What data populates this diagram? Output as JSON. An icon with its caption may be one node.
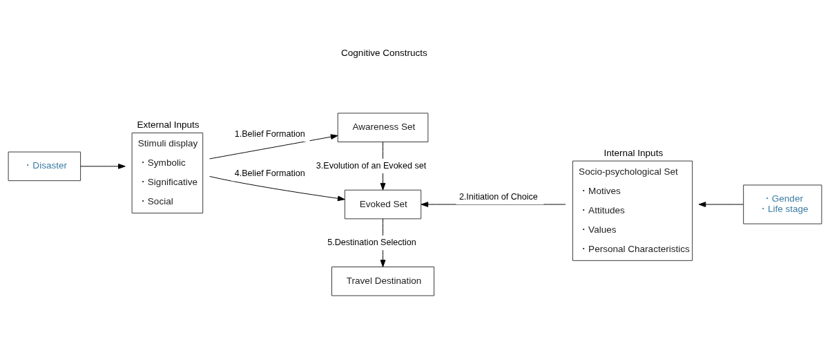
{
  "diagram": {
    "nodes": [
      {
        "text": [
          "・Disaster"
        ]
      },
      {
        "text": [
          "External Inputs",
          "Stimuli display",
          "・Symbolic",
          "・Significative",
          "・Social"
        ]
      },
      {
        "text": [
          "Awareness Set"
        ]
      },
      {
        "text": [
          "Evoked Set"
        ]
      },
      {
        "text": [
          "Travel Destination"
        ]
      },
      {
        "text": [
          "Internal Inputs",
          "Socio-psychological Set",
          "・Motives",
          "・Attitudes",
          "・Values",
          "・Personal Characteristics"
        ]
      },
      {
        "text": [
          "・Gender",
          "・Life stage"
        ]
      }
    ],
    "edges": [
      {
        "from": 0,
        "to": 1,
        "arrow": "to"
      },
      {
        "from": 1,
        "to": 2,
        "arrow": "to",
        "label": "1.Belief Formation"
      },
      {
        "from": 1,
        "to": 3,
        "arrow": "to",
        "label": "4.Belief Formation"
      },
      {
        "from": 5,
        "to": 3,
        "arrow": "to",
        "label": "2.Initiation of Choice"
      },
      {
        "from": 2,
        "to": 3,
        "arrow": "to",
        "label": "3.Evolution of an Evoked set"
      },
      {
        "from": 3,
        "to": 4,
        "arrow": "to",
        "label": "5.Destination Selection"
      },
      {
        "from": 6,
        "to": 5,
        "arrow": "to"
      }
    ],
    "labels": [
      "Cognitive Constructs"
    ]
  }
}
